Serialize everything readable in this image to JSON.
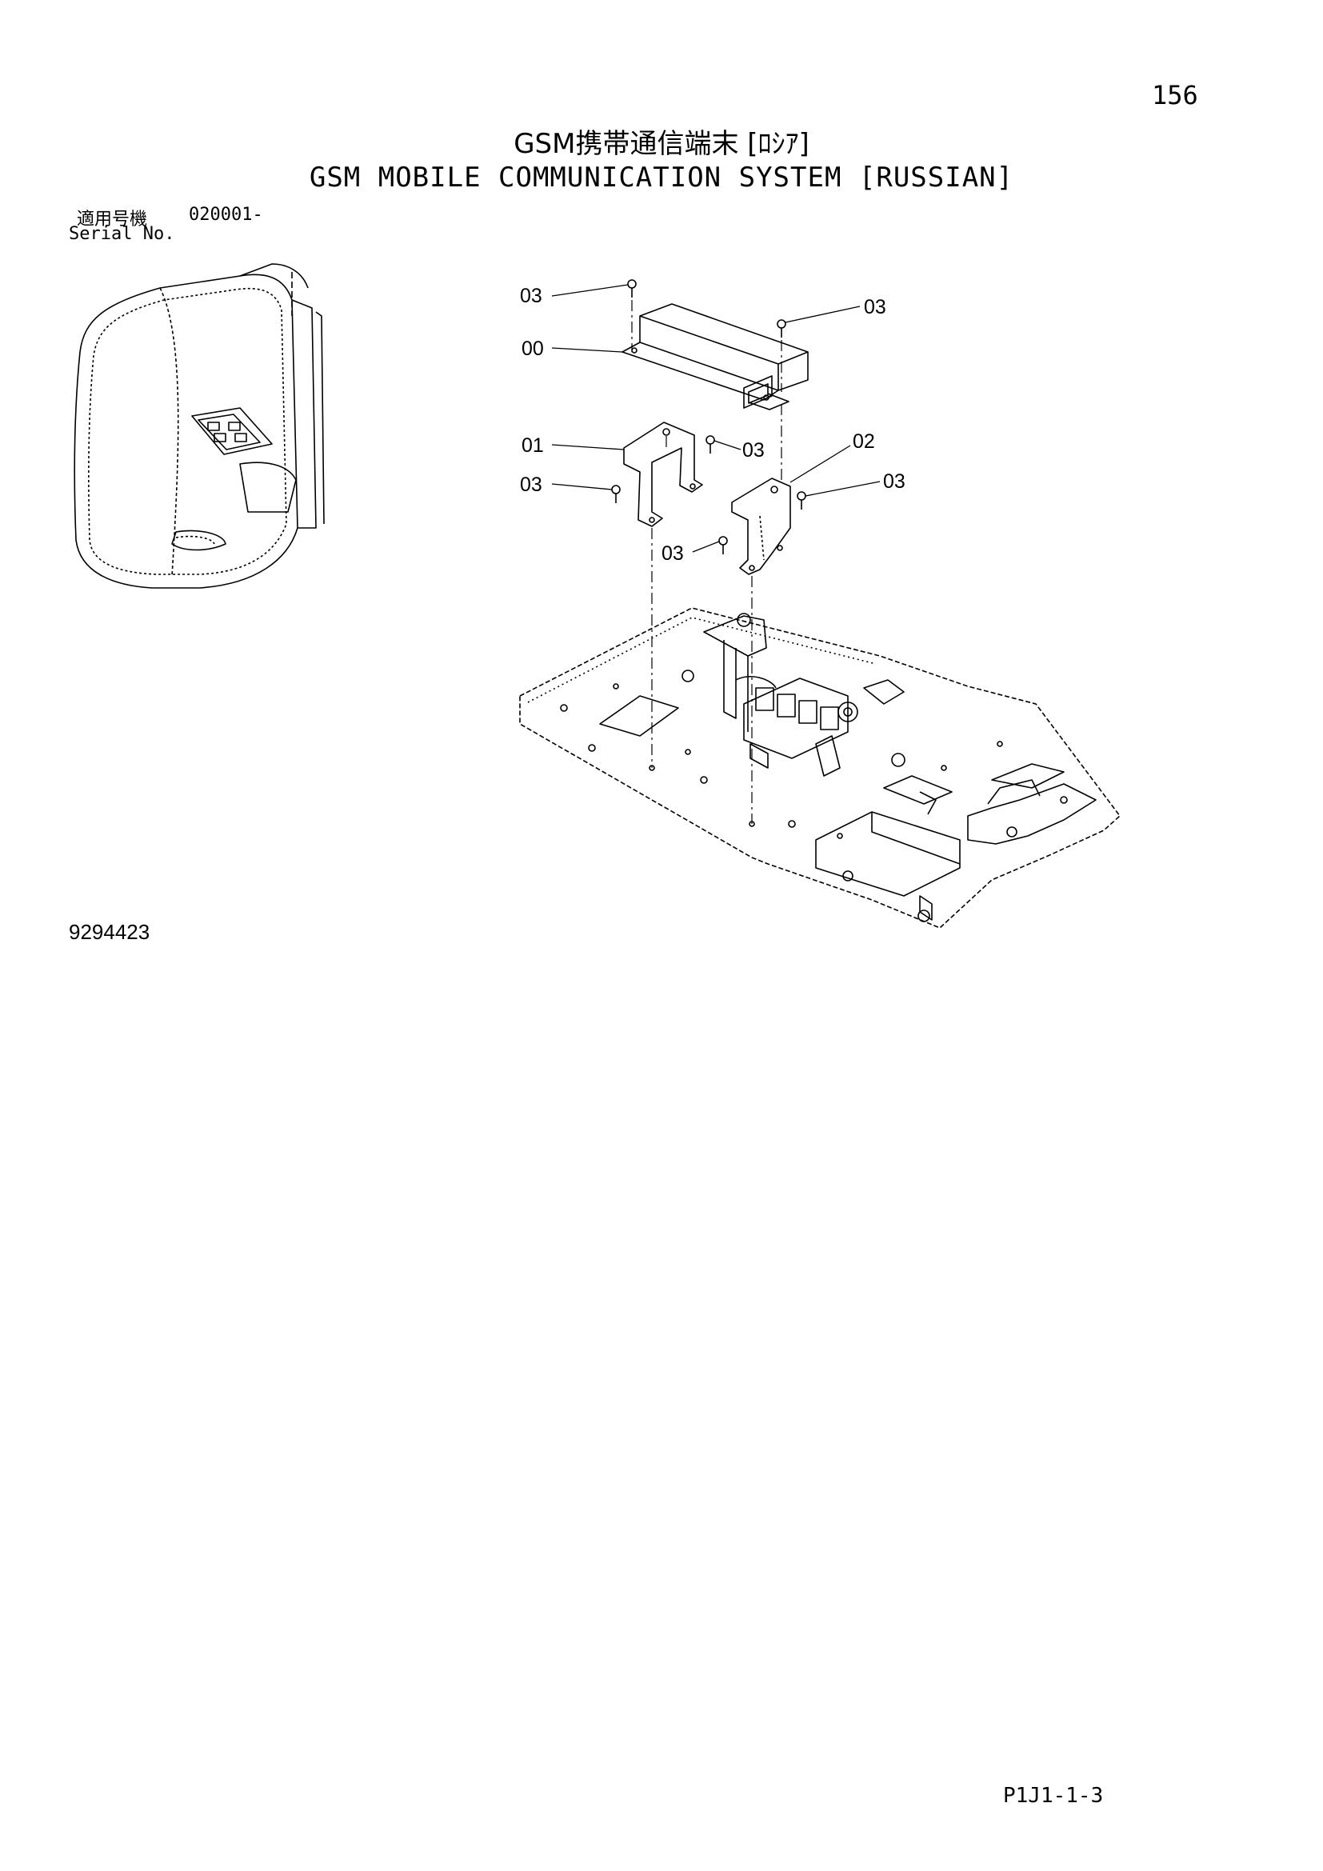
{
  "header": {
    "page_number": "156",
    "title_jp": "GSM携帯通信端末 [ﾛｼｱ]",
    "title_en": "GSM MOBILE COMMUNICATION SYSTEM [RUSSIAN]"
  },
  "serial": {
    "label_jp": "適用号機",
    "value": "020001-",
    "label_en": "Serial No."
  },
  "callouts": [
    "03",
    "03",
    "00",
    "01",
    "03",
    "02",
    "03",
    "03",
    "03"
  ],
  "drawing_number": "9294423",
  "page_code": "P1J1-1-3"
}
